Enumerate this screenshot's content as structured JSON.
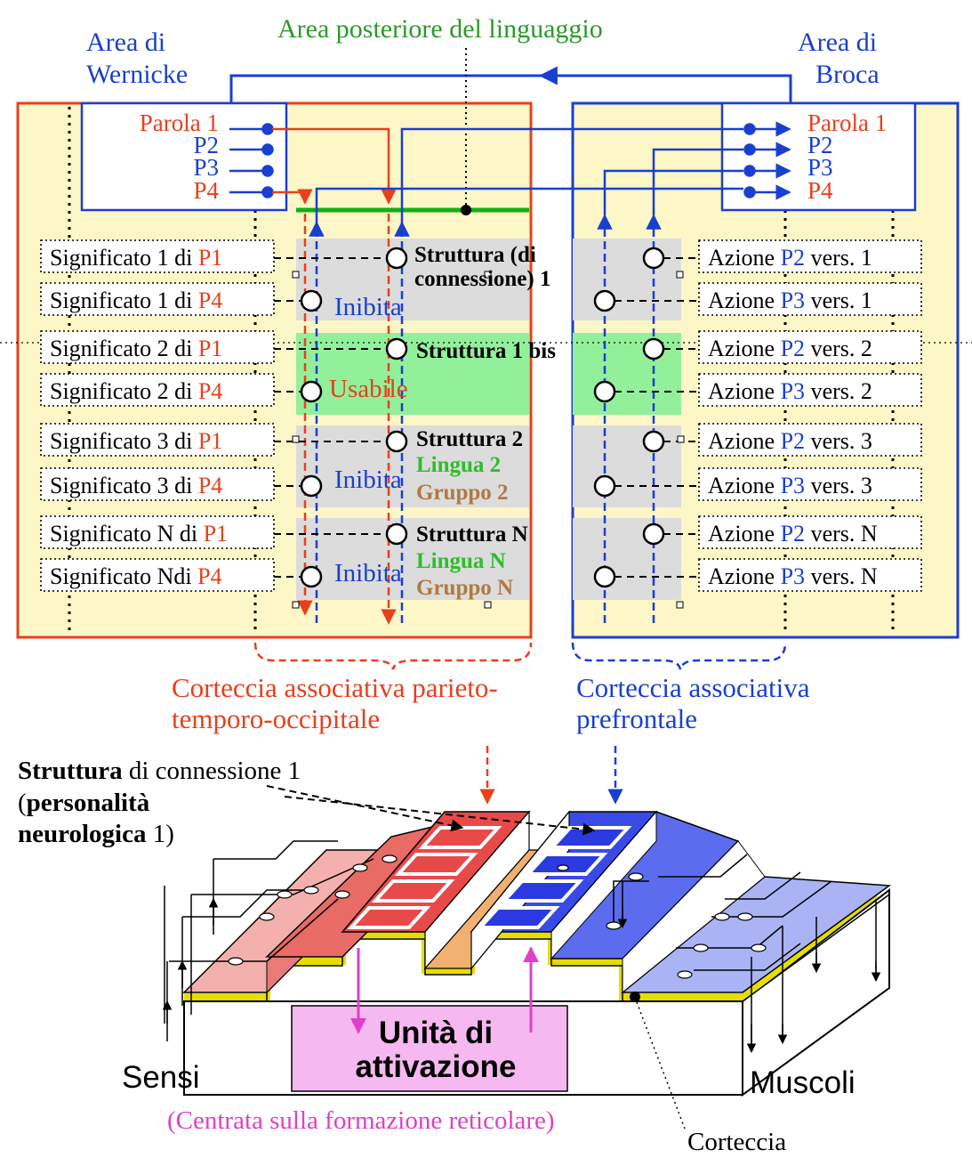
{
  "colors": {
    "blue": "#1a3fd0",
    "red": "#e8401c",
    "green": "#2a9a2a",
    "tan": "#b07a40",
    "magenta": "#e03fc8",
    "cream": "#fdf6c6",
    "graybar": "#dcdcdc",
    "greenbar": "#93f09a",
    "greenline": "#12b012"
  },
  "titles": {
    "wernicke_line1": "Area di",
    "wernicke_line2": "Wernicke",
    "broca_line1": "Area di",
    "broca_line2": "Broca",
    "posterior": "Area posteriore del linguaggio"
  },
  "wernicke_words": [
    {
      "text": "Parola 1",
      "color": "red"
    },
    {
      "text": "P2",
      "color": "blue"
    },
    {
      "text": "P3",
      "color": "blue"
    },
    {
      "text": "P4",
      "color": "red"
    }
  ],
  "broca_words": [
    {
      "text": "Parola 1",
      "color": "red"
    },
    {
      "text": "P2",
      "color": "blue"
    },
    {
      "text": "P3",
      "color": "blue"
    },
    {
      "text": "P4",
      "color": "red"
    }
  ],
  "meanings": [
    {
      "prefix": "Significato 1 di ",
      "word": "P1"
    },
    {
      "prefix": "Significato 1 di ",
      "word": "P4"
    },
    {
      "prefix": "Significato 2 di ",
      "word": "P1"
    },
    {
      "prefix": "Significato 2 di ",
      "word": "P4"
    },
    {
      "prefix": "Significato 3 di ",
      "word": "P1"
    },
    {
      "prefix": "Significato 3 di ",
      "word": "P4"
    },
    {
      "prefix": "Significato N di ",
      "word": "P1"
    },
    {
      "prefix": "Significato Ndi ",
      "word": "P4"
    }
  ],
  "actions": [
    {
      "prefix": "Azione ",
      "word": "P2",
      "suffix": " vers. 1"
    },
    {
      "prefix": "Azione ",
      "word": "P3",
      "suffix": " vers. 1"
    },
    {
      "prefix": "Azione ",
      "word": "P2",
      "suffix": " vers. 2"
    },
    {
      "prefix": "Azione ",
      "word": "P3",
      "suffix": " vers. 2"
    },
    {
      "prefix": "Azione ",
      "word": "P2",
      "suffix": " vers. 3"
    },
    {
      "prefix": "Azione ",
      "word": "P3",
      "suffix": " vers. 3"
    },
    {
      "prefix": "Azione ",
      "word": "P2",
      "suffix": " vers. N"
    },
    {
      "prefix": "Azione ",
      "word": "P3",
      "suffix": " vers. N"
    }
  ],
  "structures": {
    "s1_line1": "Struttura (di",
    "s1_line2": "connessione) 1",
    "s1bis": "Struttura 1 bis",
    "s2": "Struttura 2",
    "s2_lang": "Lingua 2",
    "s2_group": "Gruppo 2",
    "sn": "Struttura N",
    "sn_lang": "Lingua N",
    "sn_group": "Gruppo N",
    "inhibited": "Inibita",
    "usable": "Usabile"
  },
  "cortex_labels": {
    "parieto_line1": "Corteccia associativa parieto-",
    "parieto_line2": "temporo-occipitale",
    "prefrontal_line1": "Corteccia associativa",
    "prefrontal_line2": "prefrontale"
  },
  "bottom": {
    "struct_bold": "Struttura",
    "struct_rest": " di connessione 1",
    "personality_open": "(",
    "personality_bold1": "personalità",
    "personality_bold2": "neurologica",
    "personality_close": " 1)",
    "activation_line1": "Unità di",
    "activation_line2": "attivazione",
    "senses": "Sensi",
    "muscles": "Muscoli",
    "reticular": "(Centrata sulla formazione reticolare)",
    "cortex": "Corteccia"
  }
}
